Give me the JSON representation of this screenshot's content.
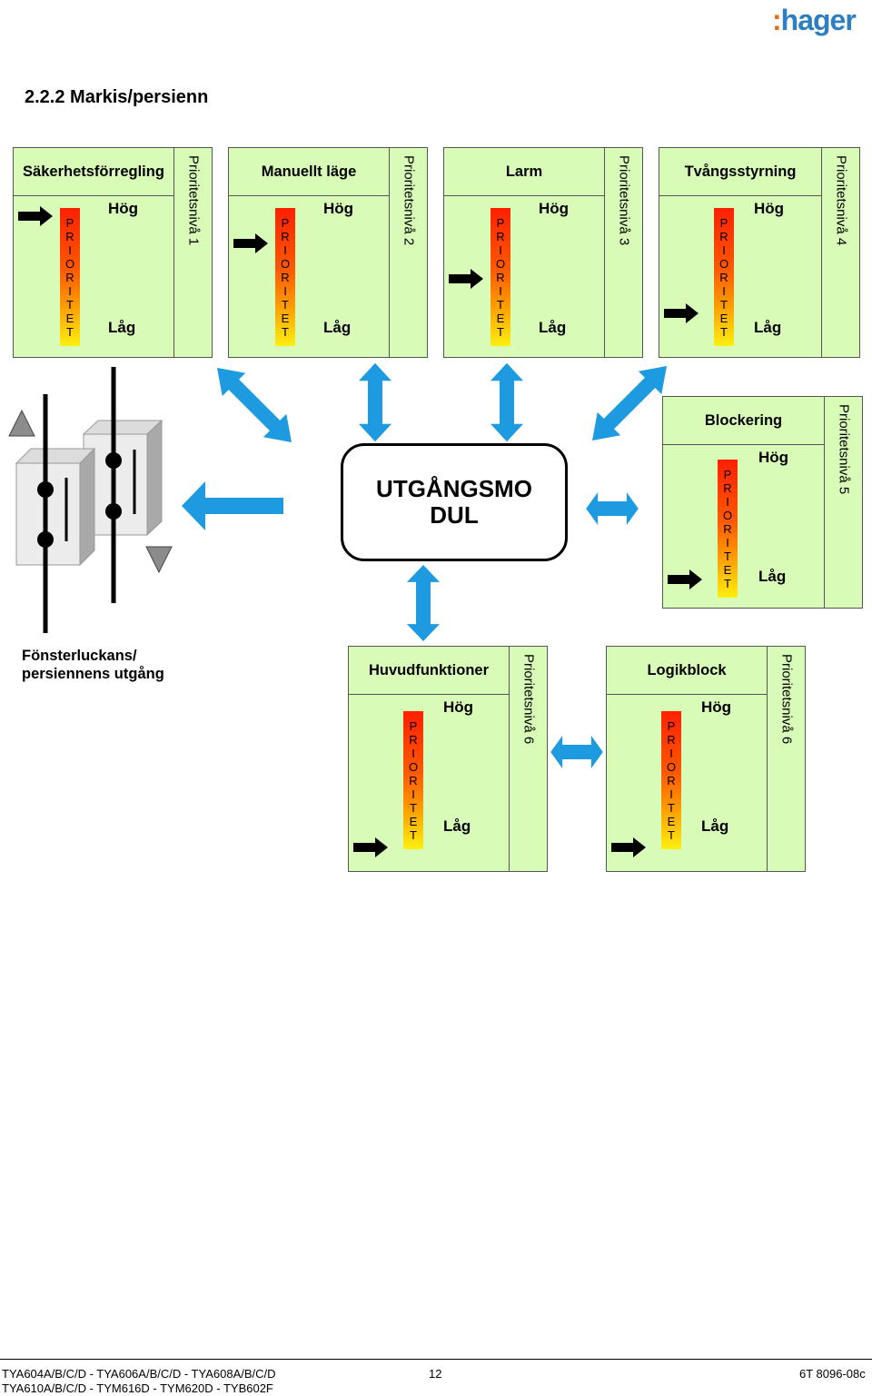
{
  "brand": {
    "logo_colon": ":",
    "logo_text": "hager"
  },
  "section_title": "2.2.2 Markis/persienn",
  "priority_letters": [
    "P",
    "R",
    "I",
    "O",
    "R",
    "I",
    "T",
    "E",
    "T"
  ],
  "labels": {
    "high": "Hög",
    "low": "Låg"
  },
  "blocks": [
    {
      "title": "Säkerhetsförregling",
      "level": "Prioritetsnivå 1"
    },
    {
      "title": "Manuellt läge",
      "level": "Prioritetsnivå 2"
    },
    {
      "title": "Larm",
      "level": "Prioritetsnivå 3"
    },
    {
      "title": "Tvångsstyrning",
      "level": "Prioritetsnivå 4"
    },
    {
      "title": "Blockering",
      "level": "Prioritetsnivå 5"
    },
    {
      "title": "Huvudfunktioner",
      "level": "Prioritetsnivå 6"
    },
    {
      "title": "Logikblock",
      "level": "Prioritetsnivå 6"
    }
  ],
  "output_module": {
    "line1": "UTGÅNGSMO",
    "line2": "DUL"
  },
  "output_label": {
    "line1": "Fönsterluckans/",
    "line2": "persiennens utgång"
  },
  "footer": {
    "left_line1": "TYA604A/B/C/D - TYA606A/B/C/D - TYA608A/B/C/D",
    "left_line2": "TYA610A/B/C/D - TYM616D - TYM620D - TYB602F",
    "page": "12",
    "doc": "6T 8096-08c"
  },
  "colors": {
    "box_fill": "#d8fcb8",
    "arrow_blue": "#1e9be0",
    "logo_blue": "#2d7fc1",
    "logo_orange": "#e07020"
  }
}
